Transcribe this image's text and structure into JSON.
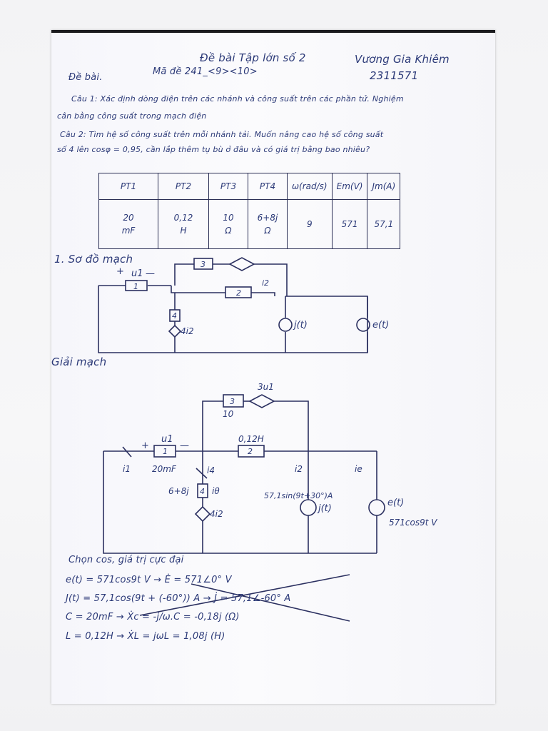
{
  "header": {
    "title": "Đề bài Tập lớn số 2",
    "author": "Vương Gia Khiêm",
    "student_id": "2311571",
    "code": "Mã đề 241_<9><10>"
  },
  "problem": {
    "label": "Đề bài.",
    "q1_line1": "Câu 1: Xác định dòng điện trên các nhánh và công suất trên các phần tử. Nghiệm",
    "q1_line2": "cân bằng công suất trong mạch điện",
    "q2_line1": "Câu 2: Tìm hệ số công suất trên mỗi nhánh tải. Muốn nâng cao hệ số công suất",
    "q2_line2": "số 4 lên cosφ = 0,95, cần lắp thêm tụ bù ở đâu và có giá trị bằng bao nhiêu?"
  },
  "spec_table": {
    "headers": [
      "PT1",
      "PT2",
      "PT3",
      "PT4",
      "ω(rad/s)",
      "Em(V)",
      "Jm(A)"
    ],
    "values": [
      [
        "20",
        "mF"
      ],
      [
        "0,12",
        "H"
      ],
      [
        "10",
        "Ω"
      ],
      [
        "6+8j",
        "Ω"
      ],
      [
        "9"
      ],
      [
        "571"
      ],
      [
        "57,1"
      ]
    ]
  },
  "diagram1": {
    "heading": "1. Sơ đồ mạch",
    "plus": "+",
    "u1": "u1",
    "minus": "—",
    "pt1": "1",
    "pt2": "2",
    "pt3": "3",
    "pt4": "4",
    "i2": "i2",
    "dep_source": "4i2",
    "j_source": "j(t)",
    "e_source": "e(t)"
  },
  "diagram2": {
    "heading": "Giải mạch",
    "dep3_label": "3u1",
    "r3_value": "10",
    "plus": "+",
    "u1": "u1",
    "minus": "—",
    "i1_mark": "i1",
    "i4_mark": "i4",
    "c_value": "20mF",
    "l_value": "0,12H",
    "i2": "i2",
    "ie": "ie",
    "z4_value": "6+8j",
    "i_theta": "iθ",
    "pt1": "1",
    "pt2": "2",
    "pt3": "3",
    "pt4": "4",
    "dep_source": "4i2",
    "j_expr": "57,1sin(9t+30°)A",
    "j_source": "j(t)",
    "e_source": "e(t)",
    "e_expr": "571cos9t V"
  },
  "solution": {
    "line1": "Chọn cos, giá trị cực đại",
    "line2": "e(t) = 571cos9t V → Ė = 571∠0° V",
    "line3": "J(t) = 57,1cos(9t + (-60°)) A → J̇ = 57,1∠-60° A",
    "line4": "C = 20mF → Ẋc = -j/ω.C = -0,18j (Ω)",
    "line5": "L = 0,12H → ẊL = jωL = 1,08j (H)"
  }
}
